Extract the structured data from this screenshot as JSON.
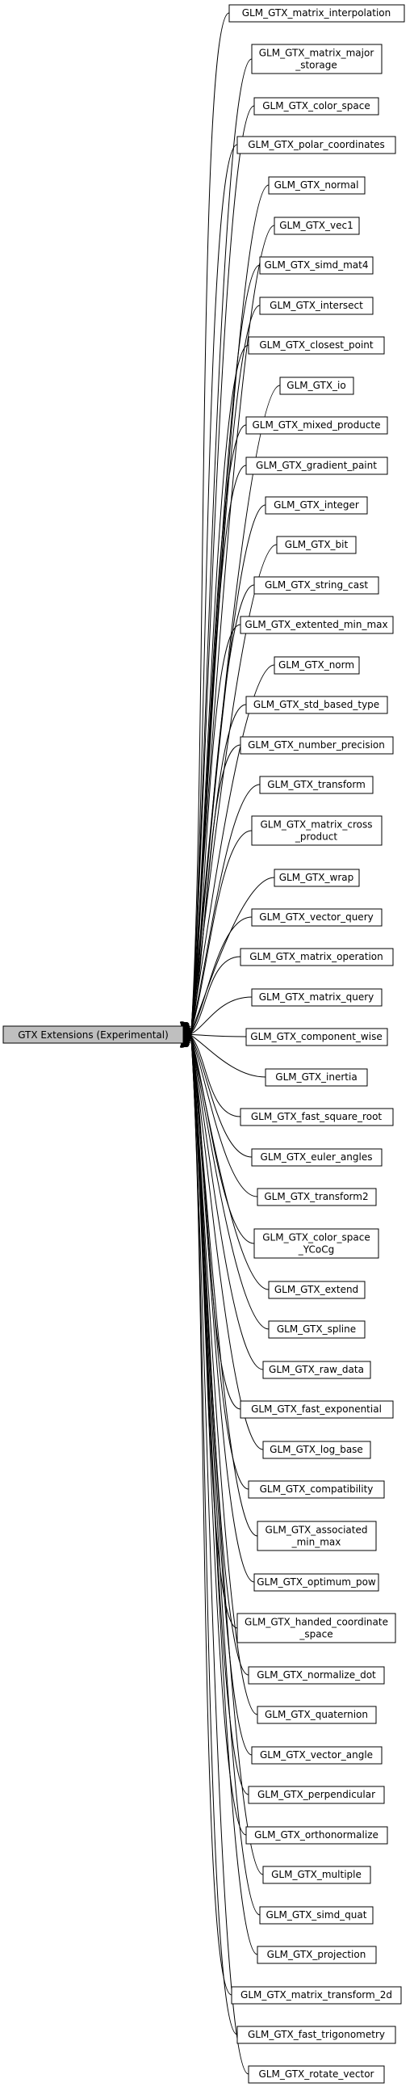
{
  "root": {
    "label": "GTX Extensions (Experimental)",
    "color": "#bfbfbf"
  },
  "modules": [
    [
      "GLM_GTX_matrix_interpolation"
    ],
    [
      "GLM_GTX_matrix_major",
      "_storage"
    ],
    [
      "GLM_GTX_color_space"
    ],
    [
      "GLM_GTX_polar_coordinates"
    ],
    [
      "GLM_GTX_normal"
    ],
    [
      "GLM_GTX_vec1"
    ],
    [
      "GLM_GTX_simd_mat4"
    ],
    [
      "GLM_GTX_intersect"
    ],
    [
      "GLM_GTX_closest_point"
    ],
    [
      "GLM_GTX_io"
    ],
    [
      "GLM_GTX_mixed_producte"
    ],
    [
      "GLM_GTX_gradient_paint"
    ],
    [
      "GLM_GTX_integer"
    ],
    [
      "GLM_GTX_bit"
    ],
    [
      "GLM_GTX_string_cast"
    ],
    [
      "GLM_GTX_extented_min_max"
    ],
    [
      "GLM_GTX_norm"
    ],
    [
      "GLM_GTX_std_based_type"
    ],
    [
      "GLM_GTX_number_precision"
    ],
    [
      "GLM_GTX_transform"
    ],
    [
      "GLM_GTX_matrix_cross",
      "_product"
    ],
    [
      "GLM_GTX_wrap"
    ],
    [
      "GLM_GTX_vector_query"
    ],
    [
      "GLM_GTX_matrix_operation"
    ],
    [
      "GLM_GTX_matrix_query"
    ],
    [
      "GLM_GTX_component_wise"
    ],
    [
      "GLM_GTX_inertia"
    ],
    [
      "GLM_GTX_fast_square_root"
    ],
    [
      "GLM_GTX_euler_angles"
    ],
    [
      "GLM_GTX_transform2"
    ],
    [
      "GLM_GTX_color_space",
      "_YCoCg"
    ],
    [
      "GLM_GTX_extend"
    ],
    [
      "GLM_GTX_spline"
    ],
    [
      "GLM_GTX_raw_data"
    ],
    [
      "GLM_GTX_fast_exponential"
    ],
    [
      "GLM_GTX_log_base"
    ],
    [
      "GLM_GTX_compatibility"
    ],
    [
      "GLM_GTX_associated",
      "_min_max"
    ],
    [
      "GLM_GTX_optimum_pow"
    ],
    [
      "GLM_GTX_handed_coordinate",
      "_space"
    ],
    [
      "GLM_GTX_normalize_dot"
    ],
    [
      "GLM_GTX_quaternion"
    ],
    [
      "GLM_GTX_vector_angle"
    ],
    [
      "GLM_GTX_perpendicular"
    ],
    [
      "GLM_GTX_orthonormalize"
    ],
    [
      "GLM_GTX_multiple"
    ],
    [
      "GLM_GTX_simd_quat"
    ],
    [
      "GLM_GTX_projection"
    ],
    [
      "GLM_GTX_matrix_transform_2d"
    ],
    [
      "GLM_GTX_fast_trigonometry"
    ],
    [
      "GLM_GTX_rotate_vector"
    ]
  ]
}
